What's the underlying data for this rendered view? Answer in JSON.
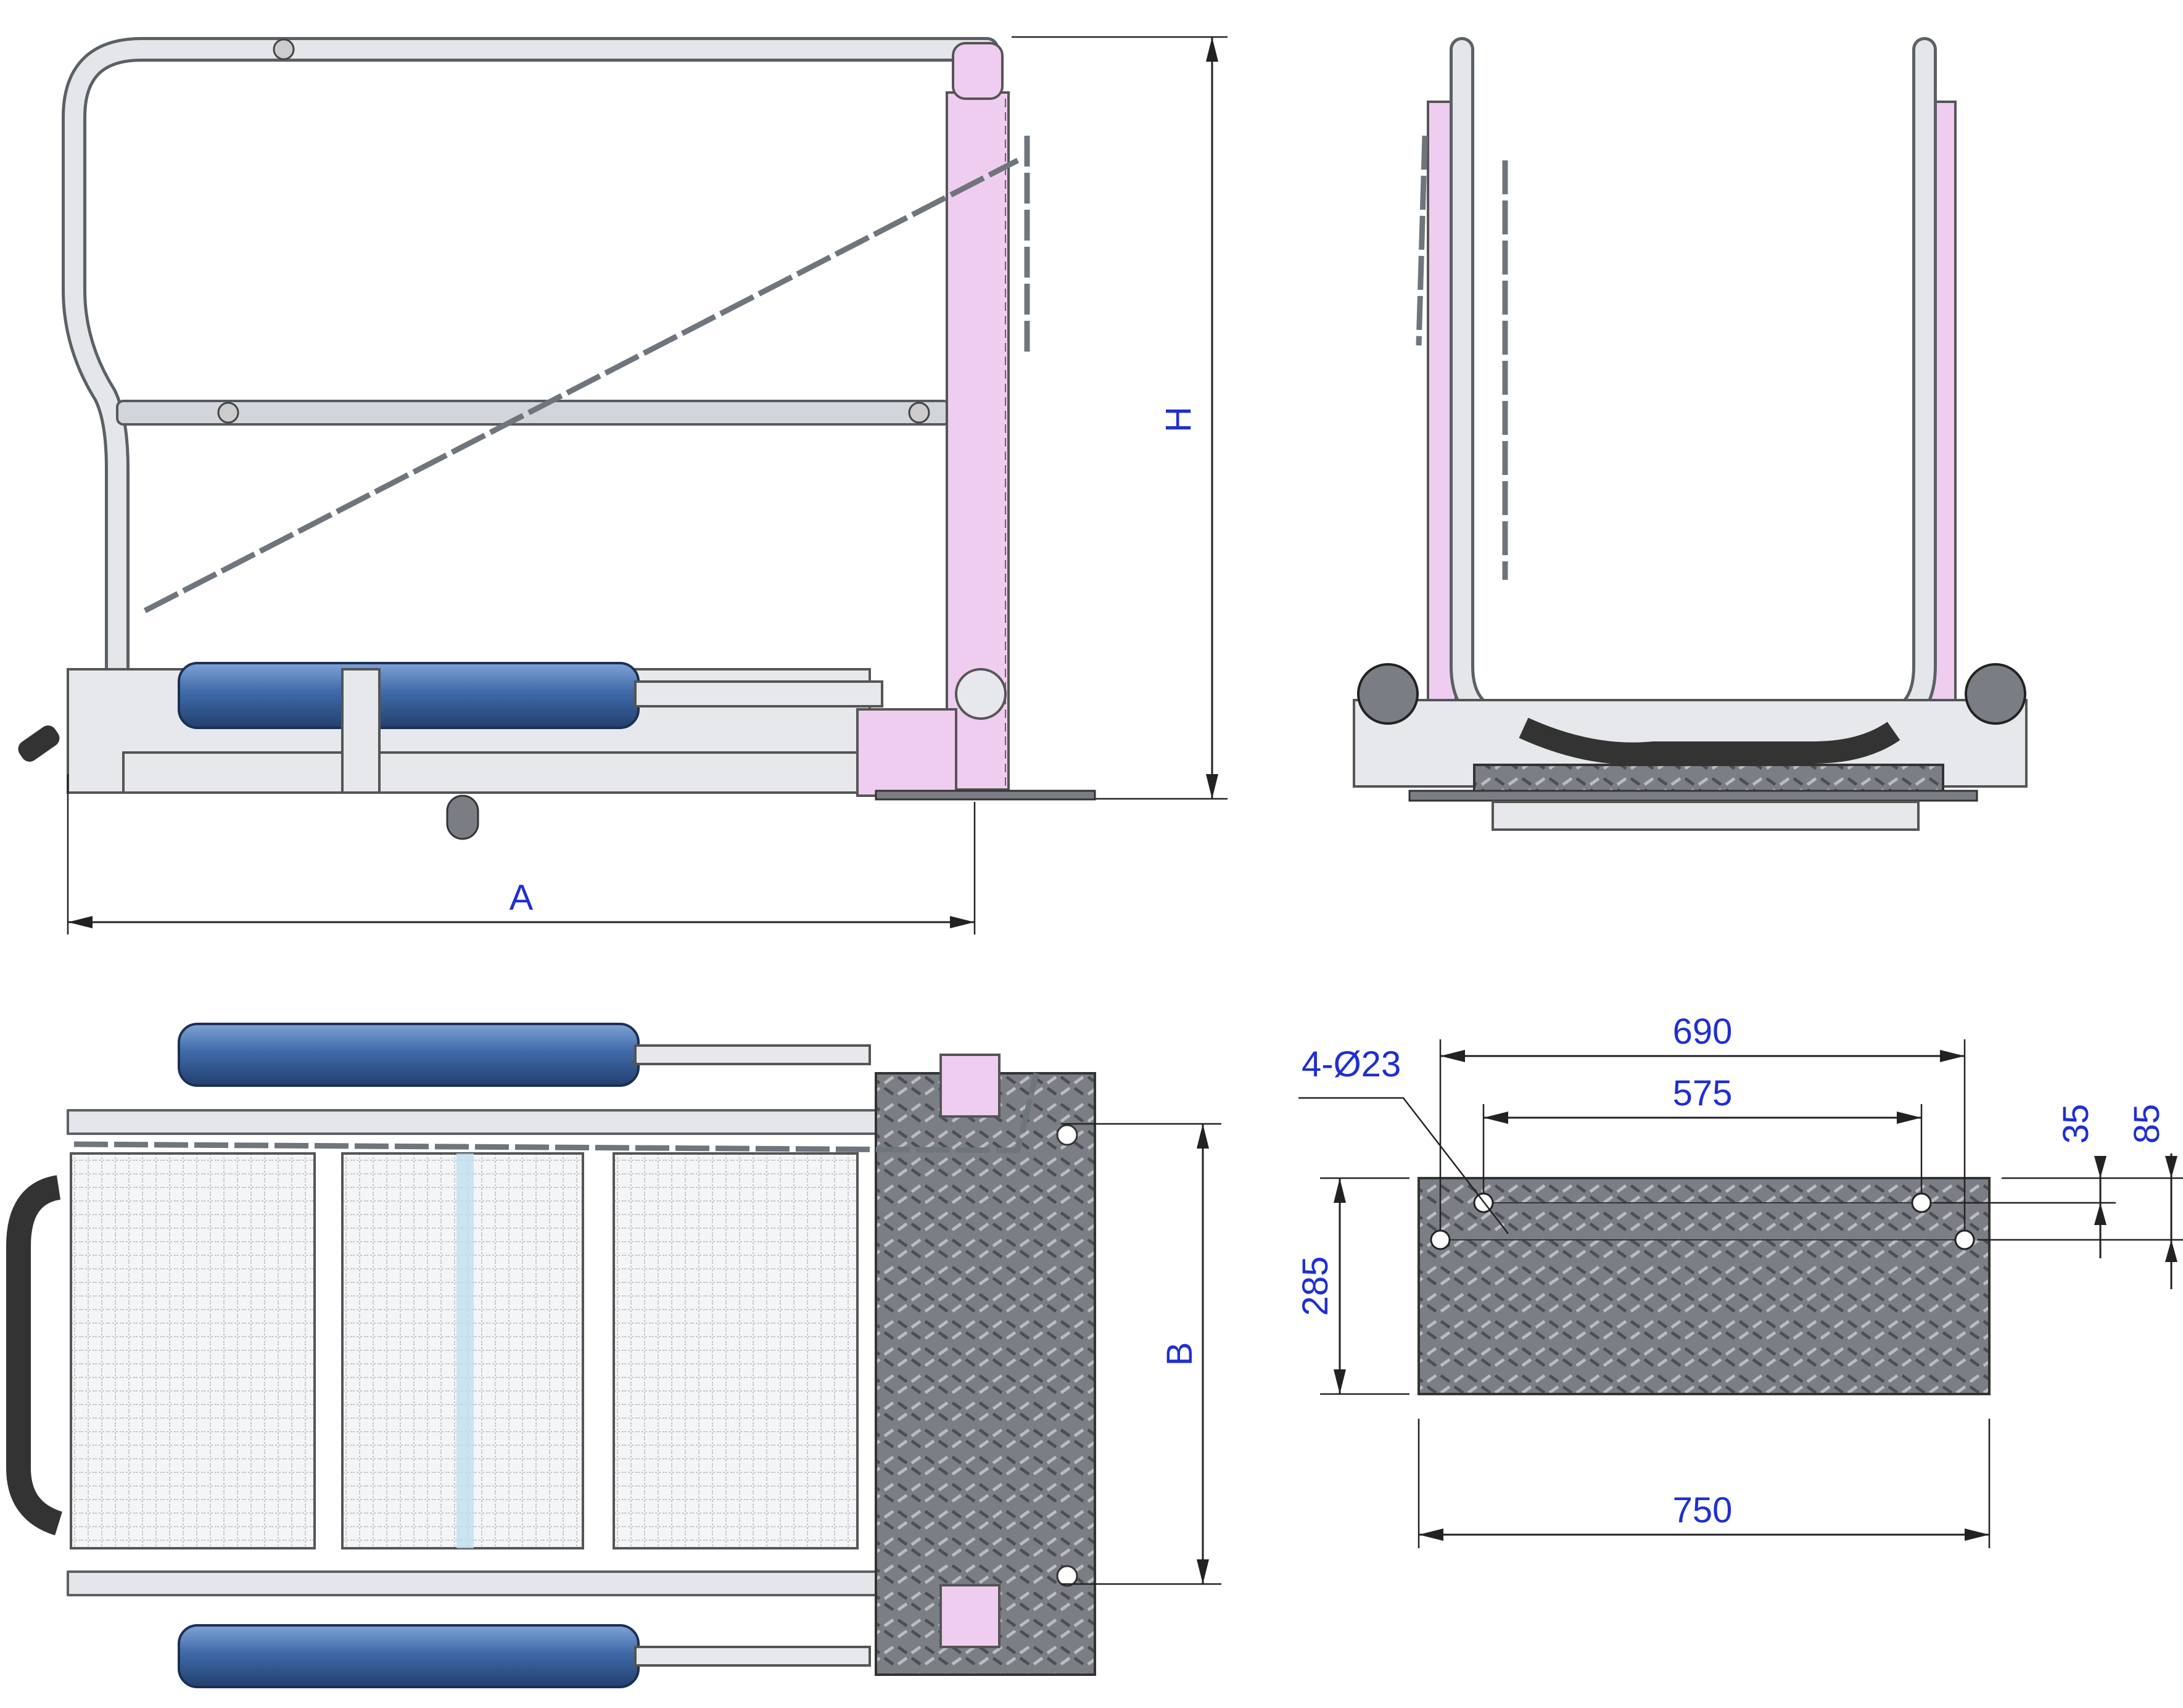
{
  "dimensions": {
    "side_view": {
      "width_label": "A",
      "height_label": "H"
    },
    "top_view": {
      "depth_label": "B"
    },
    "base_plate": {
      "overall_width": "750",
      "outer_hole_spacing": "690",
      "inner_hole_spacing": "575",
      "depth": "285",
      "hole_callout": "4-Ø23",
      "inner_hole_offset": "35",
      "outer_hole_offset": "85"
    }
  },
  "colors": {
    "post_pink": "#efcdf0",
    "cylinder_blue": "#3f6aa8",
    "dimension_blue": "#1f2fd0",
    "steel_grey": "#d2d5d9"
  }
}
